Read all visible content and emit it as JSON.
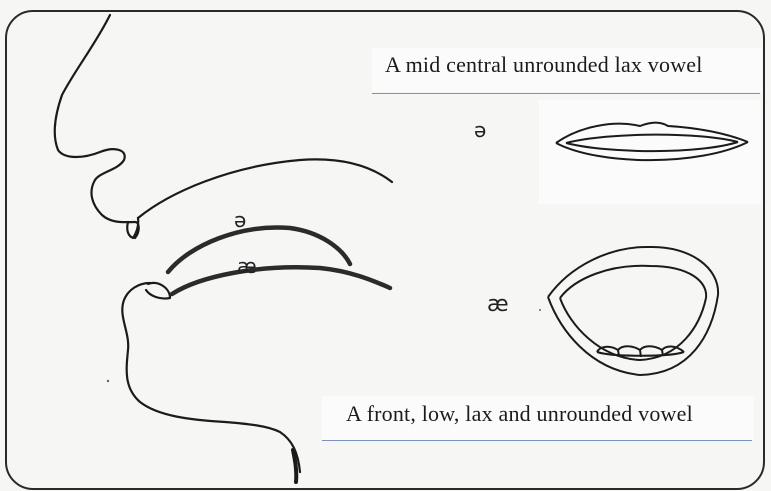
{
  "captions": {
    "schwa": "A mid central unrounded lax vowel",
    "ae": "A front, low, lax and unrounded vowel"
  },
  "symbols": {
    "schwa": "ə",
    "ae": "æ"
  },
  "colors": {
    "line": "#1b1b1b",
    "rule": "#7b93b8"
  }
}
